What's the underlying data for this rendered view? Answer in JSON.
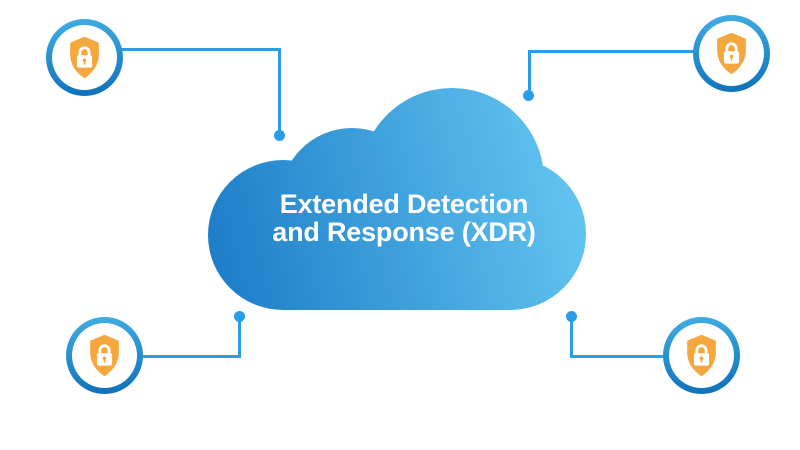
{
  "diagram": {
    "type": "concept-diagram",
    "center": {
      "shape": "cloud",
      "label_line1": "Extended Detection",
      "label_line2": "and Response (XDR)"
    },
    "satellites": [
      {
        "position": "top-left",
        "icon": "shield-lock-icon"
      },
      {
        "position": "top-right",
        "icon": "shield-lock-icon"
      },
      {
        "position": "bottom-left",
        "icon": "shield-lock-icon"
      },
      {
        "position": "bottom-right",
        "icon": "shield-lock-icon"
      }
    ],
    "colors": {
      "cloud_gradient_start": "#1C7CC7",
      "cloud_gradient_end": "#65C8F2",
      "ring_gradient_start": "#41AEE3",
      "ring_gradient_end": "#0D6FBA",
      "connector": "#2B9CE8",
      "shield": "#F5A73D",
      "lock": "#FFFFFF",
      "label_text": "#FFFFFF",
      "background": "#FFFFFF"
    }
  }
}
